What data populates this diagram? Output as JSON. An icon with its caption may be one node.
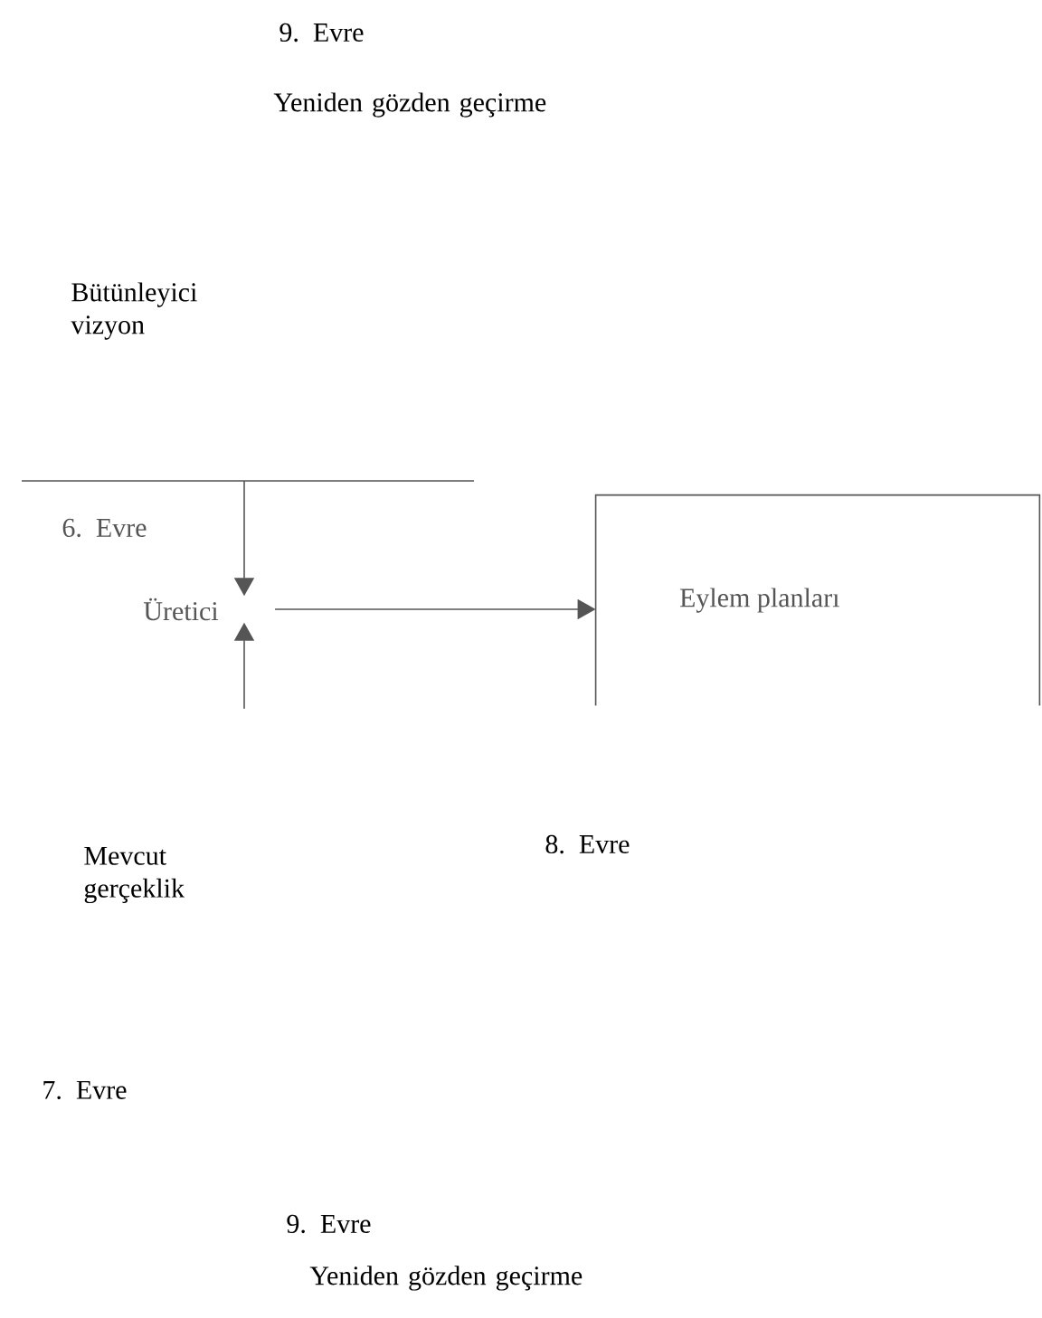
{
  "diagram": {
    "nodes": [
      {
        "text": [
          "Üretici"
        ]
      },
      {
        "text": [
          "Eylem planları"
        ]
      }
    ],
    "edges": [
      {
        "from": null,
        "to": 0,
        "arrow": "to"
      },
      {
        "from": 0,
        "to": 1,
        "arrow": "to"
      },
      {
        "from": null,
        "to": 0,
        "arrow": "to"
      }
    ],
    "labels": [
      "9. Evre",
      "Yeniden gözden geçirme",
      "Bütünleyici vizyon",
      "6. Evre",
      "Mevcut gerçeklik",
      "8. Evre",
      "7. Evre",
      "9. Evre",
      "Yeniden gözden geçirme"
    ]
  }
}
